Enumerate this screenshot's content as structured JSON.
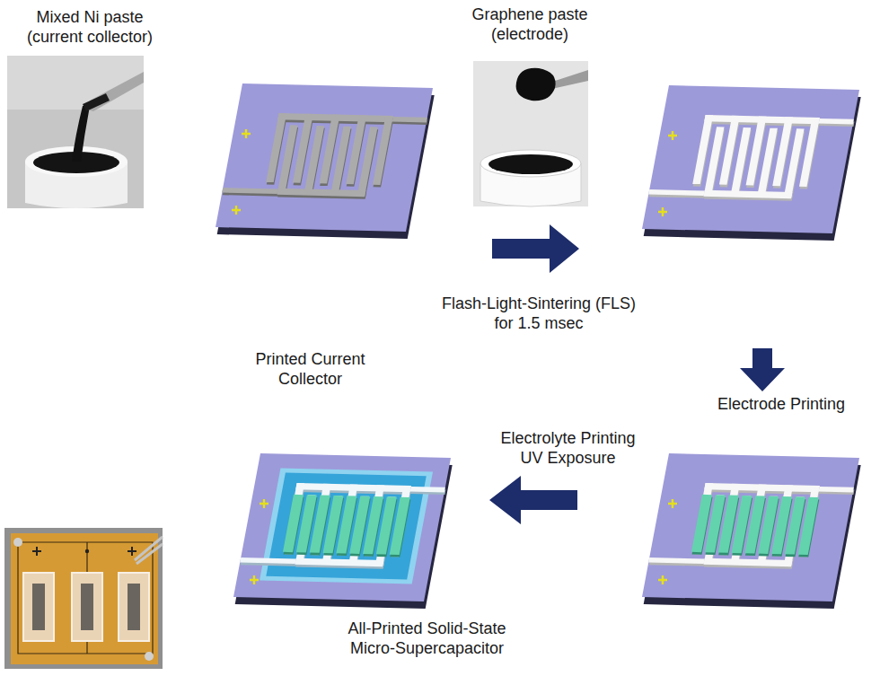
{
  "diagram": {
    "nodes": [
      {
        "text": [
          "Mixed Ni paste (current collector)"
        ]
      },
      {
        "text": [
          "Printed Current Collector"
        ]
      },
      {
        "text": [
          "Graphene paste (electrode)"
        ]
      },
      {
        "text": [
          "All-Printed Solid-State Micro-Supercapacitor"
        ]
      }
    ],
    "labels": [
      "Flash-Light-Sintering (FLS) for 1.5 msec",
      "Electrode Printing",
      "Electrolyte Printing UV Exposure"
    ]
  }
}
